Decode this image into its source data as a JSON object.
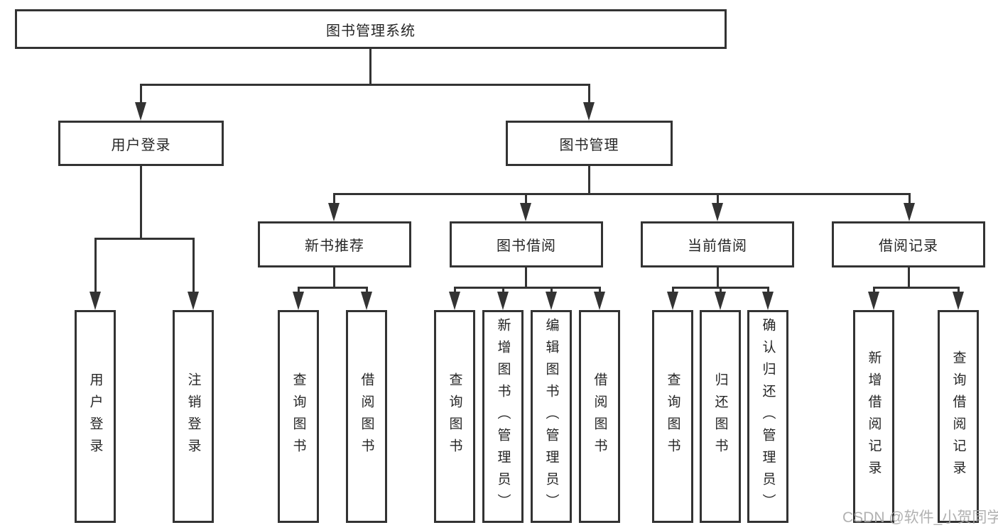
{
  "tree": {
    "label": "图书管理系统",
    "children": [
      {
        "label": "用户登录",
        "children": [
          {
            "label": "用户登录"
          },
          {
            "label": "注销登录"
          }
        ]
      },
      {
        "label": "图书管理",
        "children": [
          {
            "label": "新书推荐",
            "children": [
              {
                "label": "查询图书"
              },
              {
                "label": "借阅图书"
              }
            ]
          },
          {
            "label": "图书借阅",
            "children": [
              {
                "label": "查询图书"
              },
              {
                "label": "新增图书（管理员）"
              },
              {
                "label": "编辑图书（管理员）"
              },
              {
                "label": "借阅图书"
              }
            ]
          },
          {
            "label": "当前借阅",
            "children": [
              {
                "label": "查询图书"
              },
              {
                "label": "归还图书"
              },
              {
                "label": "确认归还（管理员）"
              }
            ]
          },
          {
            "label": "借阅记录",
            "children": [
              {
                "label": "新增借阅记录"
              },
              {
                "label": "查询借阅记录"
              }
            ]
          }
        ]
      }
    ]
  },
  "watermark": "CSDN @软件_小贺同学",
  "colors": {
    "line": "#333333",
    "text": "#262626",
    "background": "#ffffff",
    "watermark": "#a8a8a8"
  }
}
